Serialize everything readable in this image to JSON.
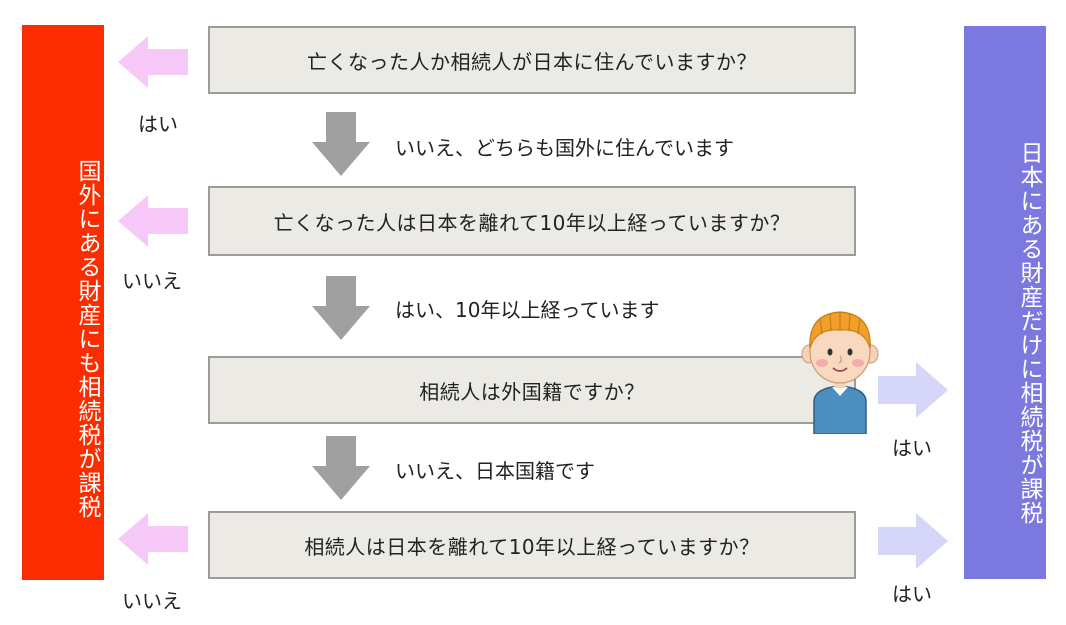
{
  "left_panel": {
    "text": "国外にある財産にも相続税が課税",
    "color": "#fb2c00"
  },
  "right_panel": {
    "text": "日本にある財産だけに相続税が課税",
    "color": "#7b78e0"
  },
  "questions": [
    {
      "text": "亡くなった人か相続人が日本に住んでいますか？",
      "left_answer": "はい"
    },
    {
      "text": "亡くなった人は日本を離れて10年以上経っていますか？",
      "left_answer": "いいえ"
    },
    {
      "text": "相続人は外国籍ですか？",
      "right_answer": "はい"
    },
    {
      "text": "相続人は日本を離れて10年以上経っていますか？",
      "left_answer": "いいえ",
      "right_answer": "はい"
    }
  ],
  "transitions": [
    "いいえ、どちらも国外に住んでいます",
    "はい、10年以上経っています",
    "いいえ、日本国籍です"
  ],
  "colors": {
    "box_fill": "#eceae5",
    "box_border": "#9c9b97",
    "down_arrow": "#a0a0a0",
    "left_arrow": "#f6c8f8",
    "right_arrow": "#d6d6f8"
  },
  "icons": {
    "person": "boy-illustration"
  }
}
